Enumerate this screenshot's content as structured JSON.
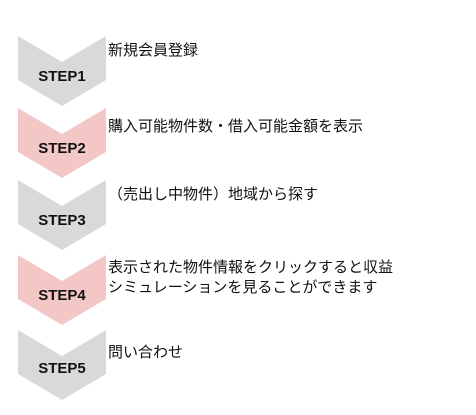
{
  "colors": {
    "gray_chevron": "#d9d9d9",
    "pink_chevron": "#f4c7c7",
    "text": "#111111"
  },
  "steps": [
    {
      "label": "STEP1",
      "lines": [
        "新規会員登録"
      ],
      "color": "#d9d9d9"
    },
    {
      "label": "STEP2",
      "lines": [
        "購入可能物件数・借入可能金額を表示"
      ],
      "color": "#f4c7c7"
    },
    {
      "label": "STEP3",
      "lines": [
        "（売出し中物件）地域から探す"
      ],
      "color": "#d9d9d9"
    },
    {
      "label": "STEP4",
      "lines": [
        "表示された物件情報をクリックすると収益",
        "シミュレーションを見ることができます"
      ],
      "color": "#f4c7c7"
    },
    {
      "label": "STEP5",
      "lines": [
        "問い合わせ"
      ],
      "color": "#d9d9d9"
    }
  ]
}
